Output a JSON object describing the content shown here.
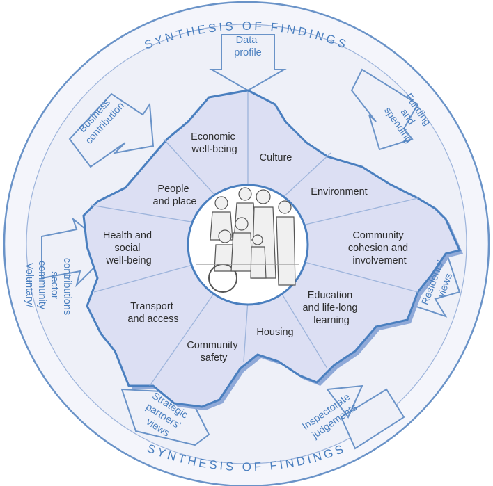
{
  "ring_text": "SYNTHESIS OF FINDINGS",
  "sources": [
    {
      "id": "data-profile",
      "lines": [
        "Data",
        "profile"
      ]
    },
    {
      "id": "funding-and-spending",
      "lines": [
        "Funding",
        "and",
        "spending"
      ]
    },
    {
      "id": "residents-views",
      "lines": [
        "Residents'",
        "views"
      ]
    },
    {
      "id": "inspectorate-judgements",
      "lines": [
        "Inspectorate",
        "judgements"
      ]
    },
    {
      "id": "strategic-partners-views",
      "lines": [
        "Strategic",
        "partners'",
        "views"
      ]
    },
    {
      "id": "voluntary-community-sector-contributions",
      "lines": [
        "Voluntary/",
        "community",
        "sector",
        "contributions"
      ]
    },
    {
      "id": "business-contribution",
      "lines": [
        "Business",
        "contribution"
      ]
    }
  ],
  "sectors": [
    {
      "id": "economic-well-being",
      "lines": [
        "Economic",
        "well-being"
      ]
    },
    {
      "id": "culture",
      "lines": [
        "Culture"
      ]
    },
    {
      "id": "environment",
      "lines": [
        "Environment"
      ]
    },
    {
      "id": "community-cohesion",
      "lines": [
        "Community",
        "cohesion and",
        "involvement"
      ]
    },
    {
      "id": "education",
      "lines": [
        "Education",
        "and life-long",
        "learning"
      ]
    },
    {
      "id": "housing",
      "lines": [
        "Housing"
      ]
    },
    {
      "id": "community-safety",
      "lines": [
        "Community",
        "safety"
      ]
    },
    {
      "id": "transport",
      "lines": [
        "Transport",
        "and access"
      ]
    },
    {
      "id": "health",
      "lines": [
        "Health and",
        "social",
        "well-being"
      ]
    },
    {
      "id": "people-and-place",
      "lines": [
        "People",
        "and place"
      ]
    }
  ],
  "colors": {
    "accent_blue": "#4a7fbf",
    "line_blue": "#6a93c8",
    "map_fill": "#dcdff3",
    "ring_fill": "#eef0f8",
    "text_dark": "#2d2d2d"
  },
  "icons": [
    "people-illustration-icon"
  ]
}
